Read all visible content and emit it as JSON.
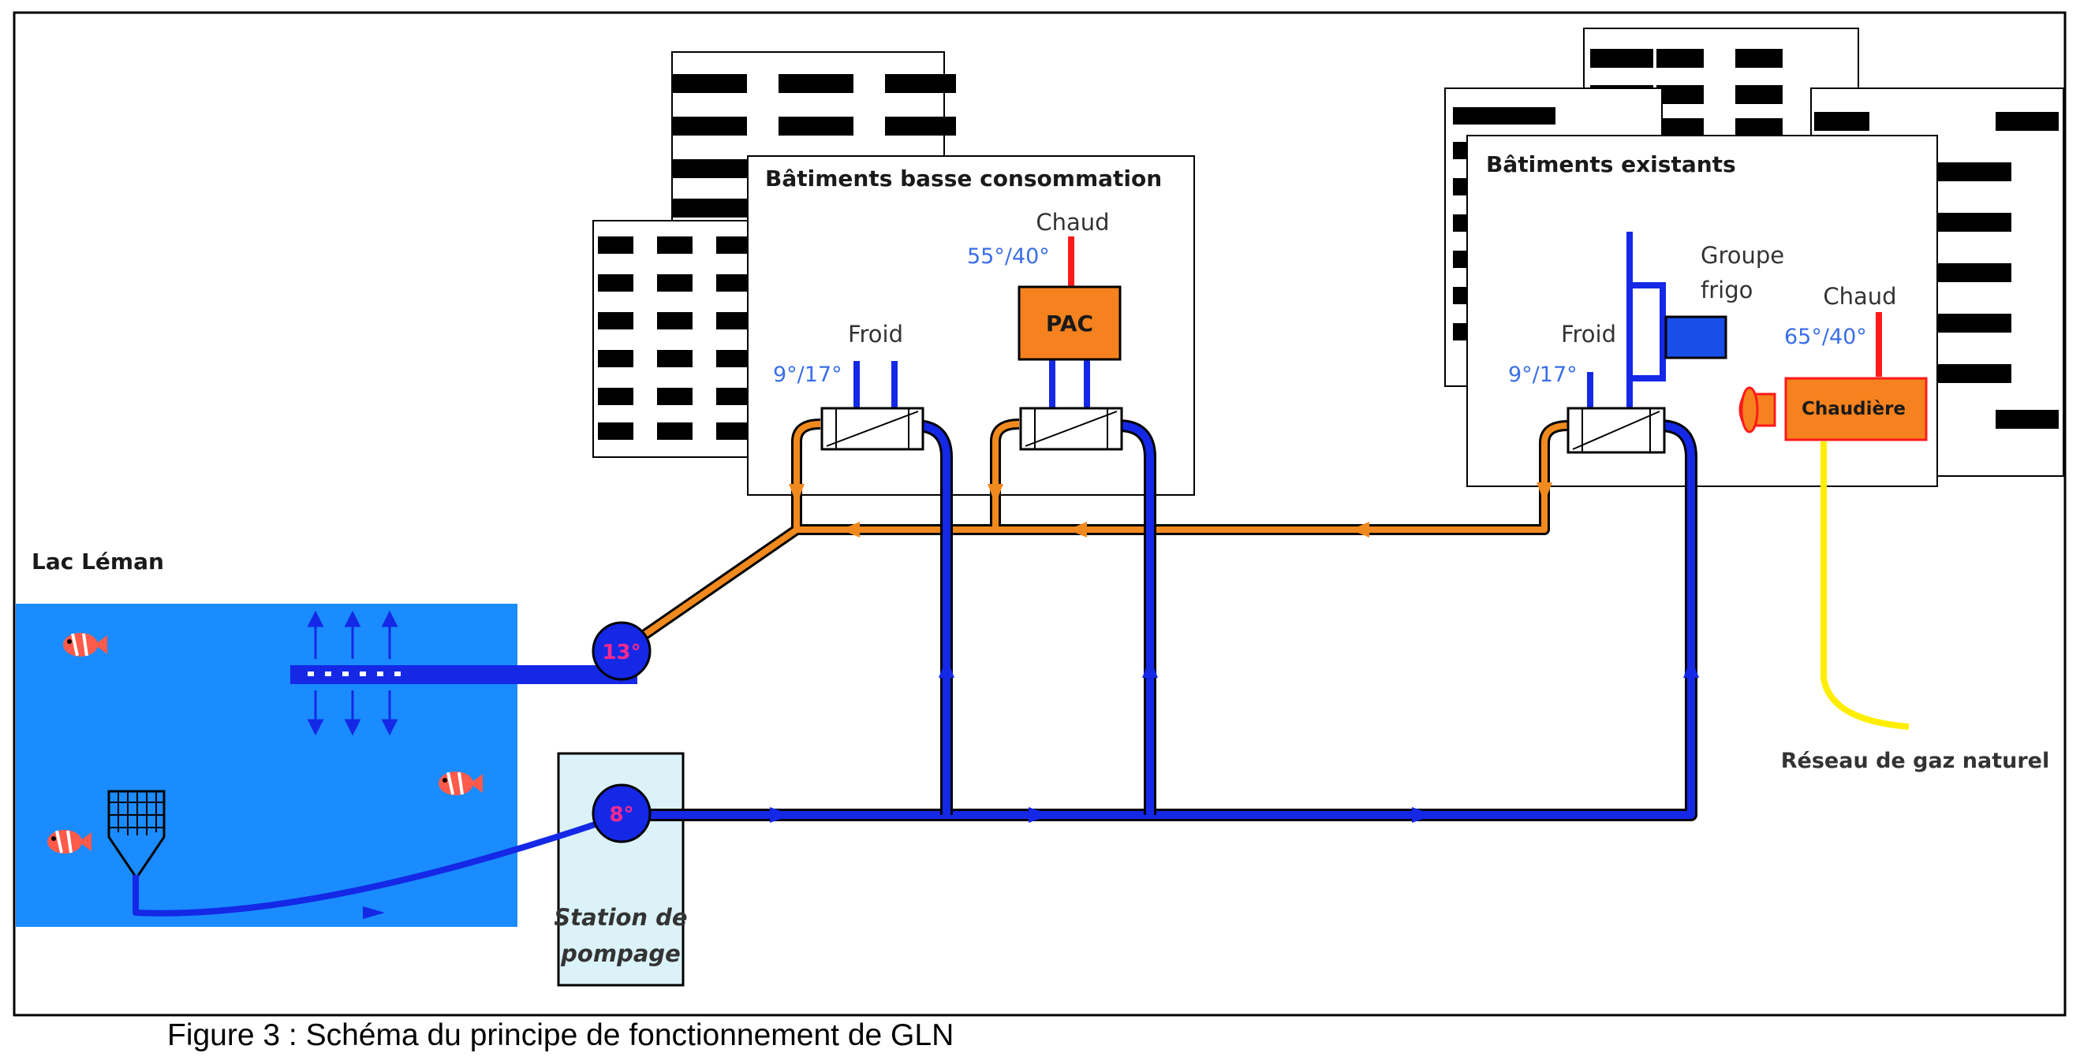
{
  "buildings": {
    "low": {
      "title": "Bâtiments basse consommation"
    },
    "existing": {
      "title": "Bâtiments existants"
    }
  },
  "labels": {
    "froid_low": "Froid",
    "froid_existing": "Froid",
    "chaud_low": "Chaud",
    "chaud_existing": "Chaud",
    "temp_cold_low": "9°/17°",
    "temp_cold_existing": "9°/17°",
    "temp_hot_low": "55°/40°",
    "temp_hot_existing": "65°/40°",
    "pac": "PAC",
    "groupe_frigo_1": "Groupe",
    "groupe_frigo_2": "frigo",
    "chaudiere": "Chaudière",
    "gas": "Réseau de gaz naturel",
    "lake": "Lac Léman",
    "station_1": "Station de",
    "station_2": "pompage",
    "temp_return": "13°",
    "temp_supply": "8°"
  },
  "caption": "Figure 3 : Schéma du principe de fonctionnement de GLN",
  "colors": {
    "lake": "#1a8cff",
    "cold_pipe": "#1428e6",
    "warm_pipe": "#f08a1e",
    "hot_pipe": "#ff1a1a",
    "gas_pipe": "#ffee00",
    "equipment": "#f5821f",
    "temp_text": "#3a6ee8",
    "node_text": "#ff2a8c",
    "station": "#daf2f8"
  }
}
